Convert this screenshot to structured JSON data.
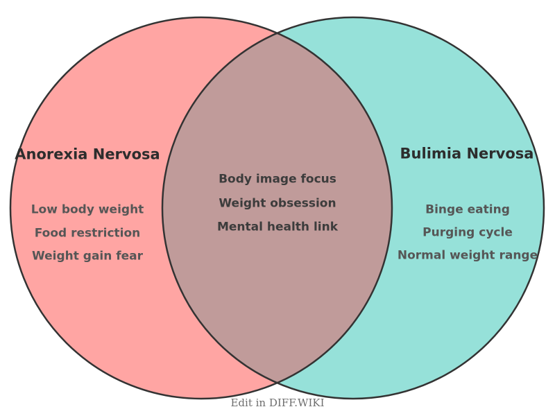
{
  "chart_data": {
    "type": "venn",
    "outline_color": "#333333",
    "sets": [
      {
        "name": "Anorexia Nervosa",
        "color": "#ffa5a3",
        "unique_items": [
          "Low body weight",
          "Food restriction",
          "Weight gain fear"
        ]
      },
      {
        "name": "Bulimia Nervosa",
        "color": "#96e1d9",
        "unique_items": [
          "Binge eating",
          "Purging cycle",
          "Normal weight range"
        ]
      }
    ],
    "intersection": {
      "color": "#c09b9a",
      "items": [
        "Body image focus",
        "Weight obsession",
        "Mental health link"
      ]
    }
  },
  "footer": {
    "label": "Edit in DIFF.WIKI"
  }
}
